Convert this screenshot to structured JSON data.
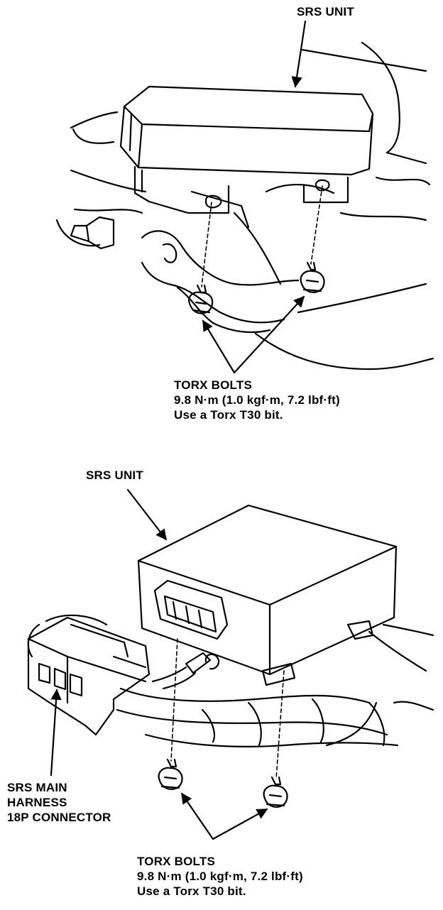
{
  "top_figure": {
    "unit_label": "SRS UNIT",
    "bolts_label": "TORX BOLTS",
    "torque_spec": "9.8 N·m (1.0 kgf·m, 7.2 lbf·ft)",
    "tool_note": "Use a Torx T30 bit."
  },
  "bottom_figure": {
    "unit_label": "SRS UNIT",
    "connector_label_line1": "SRS MAIN",
    "connector_label_line2": "HARNESS",
    "connector_label_line3": "18P CONNECTOR",
    "bolts_label": "TORX BOLTS",
    "torque_spec": "9.8 N·m (1.0 kgf·m, 7.2 lbf·ft)",
    "tool_note": "Use a Torx T30 bit."
  },
  "colors": {
    "ink": "#000000",
    "paper": "#ffffff"
  }
}
